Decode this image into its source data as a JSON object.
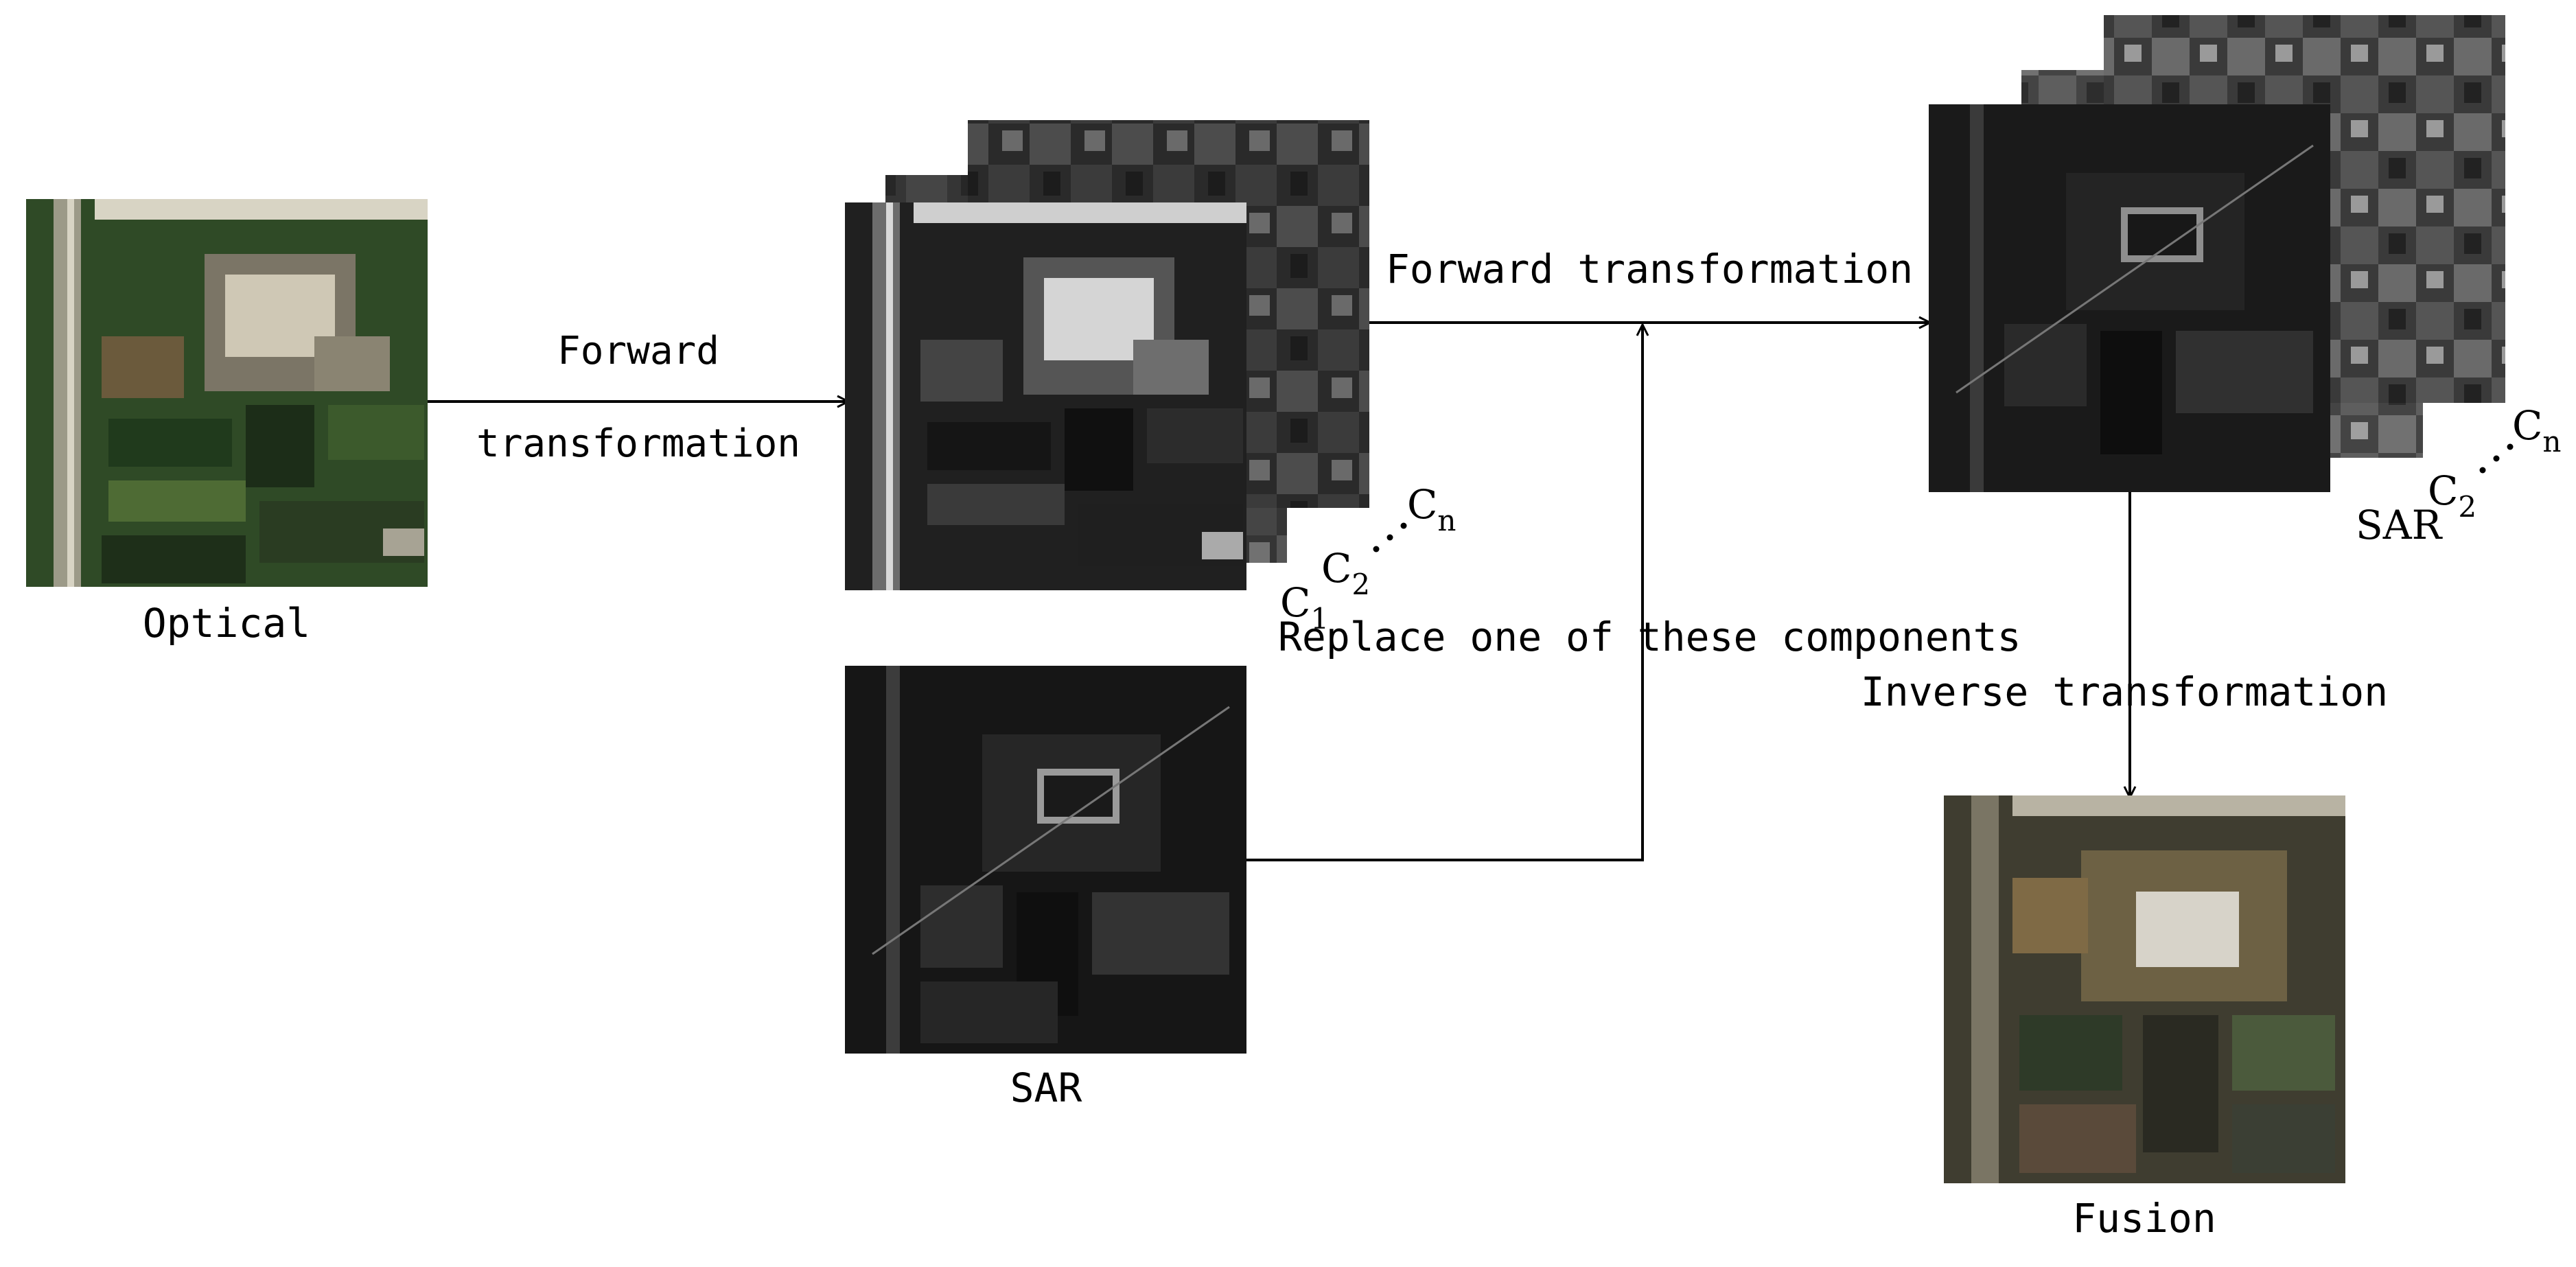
{
  "diagram": {
    "optical_caption": "Optical",
    "forward_label_1": "Forward",
    "forward_label_2": "transformation",
    "components": {
      "c1": "C",
      "c1_sub": "1",
      "c2": "C",
      "c2_sub": "2",
      "cn": "C",
      "cn_sub": "n"
    },
    "replace_label": "Replace one of these components",
    "sar_caption": "SAR",
    "forward_transformation_label": "Forward transformation",
    "sar_components": {
      "sar": "SAR",
      "c2": "C",
      "c2_sub": "2",
      "cn": "C",
      "cn_sub": "n"
    },
    "inverse_label": "Inverse transformation",
    "fusion_caption": "Fusion"
  },
  "colors": {
    "optical_field": "#2f4a26",
    "optical_field_light": "#4e6b34",
    "optical_urban": "#cfc8b5",
    "grayscale_dark": "#202020",
    "grayscale_mid": "#5a5a5a",
    "sar_dark": "#161616",
    "fusion_base": "#3f3d30",
    "fusion_accent": "#6d6144",
    "arrow": "#000000"
  }
}
